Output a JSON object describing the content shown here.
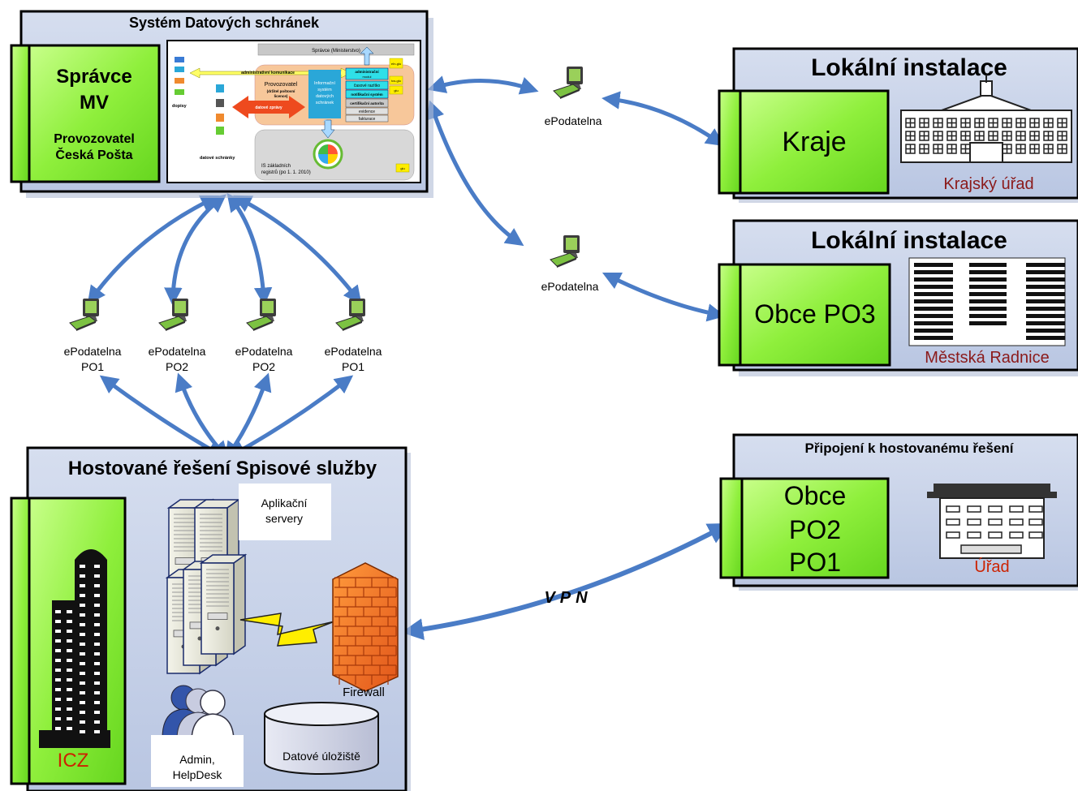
{
  "dsb": {
    "title": "Systém Datových schránek",
    "admin_line1": "Správce",
    "admin_line2": "MV",
    "operator_line1": "Provozovatel",
    "operator_line2": "Česká Pošta",
    "inner": {
      "header": "Správce (Ministerstvo)",
      "admin_comm": "administrativní komunikace",
      "operator": "Provozovatel",
      "operator_sub1": "(držitel poštovní",
      "operator_sub2": "licence)",
      "is_l1": "Informační",
      "is_l2": "systém",
      "is_l3": "datových",
      "is_l4": "schránek",
      "admin_module1": "administrační",
      "admin_module2": "modul",
      "timestamp": "časové razítko",
      "notification": "notifikační systém",
      "cert_authority": "certifikační autorita",
      "records": "evidence",
      "invoicing": "fakturace",
      "data_messages": "datové zprávy",
      "letters": "dopisy",
      "data_boxes": "datové schránky",
      "registry_l1": "IS základních",
      "registry_l2": "registrů (po 1. 1. 2010)",
      "side1": "eIn-glu",
      "side2": "tcs-glu",
      "side3": "glu",
      "side4": "glu"
    }
  },
  "epodatelna": {
    "label": "ePodatelna",
    "kraje_link": "ePodatelna",
    "obce_link": "ePodatelna",
    "nodes": [
      {
        "line1": "ePodatelna",
        "line2": "PO1"
      },
      {
        "line1": "ePodatelna",
        "line2": "PO2"
      },
      {
        "line1": "ePodatelna",
        "line2": "PO2"
      },
      {
        "line1": "ePodatelna",
        "line2": "PO1"
      }
    ]
  },
  "local1": {
    "title": "Lokální instalace",
    "entity": "Kraje",
    "building": "Krajský úřad"
  },
  "local2": {
    "title": "Lokální instalace",
    "entity": "Obce PO3",
    "building": "Městská Radnice"
  },
  "hosted_conn": {
    "title": "Připojení k hostovanému řešení",
    "entity1": "Obce",
    "entity2": "PO2",
    "entity3": "PO1",
    "building": "Úřad"
  },
  "hosted": {
    "title": "Hostované řešení Spisové služby",
    "company": "ICZ",
    "servers_l1": "Aplikační",
    "servers_l2": "servery",
    "firewall": "Firewall",
    "admin_l1": "Admin,",
    "admin_l2": "HelpDesk",
    "storage": "Datové úložiště"
  },
  "vpn": "VPN",
  "colors": {
    "panel": "#c9d3e8",
    "green": "#99f04a",
    "arrow": "#4a7cc6",
    "dark_red": "#8b1a1a",
    "red": "#cc2200"
  }
}
